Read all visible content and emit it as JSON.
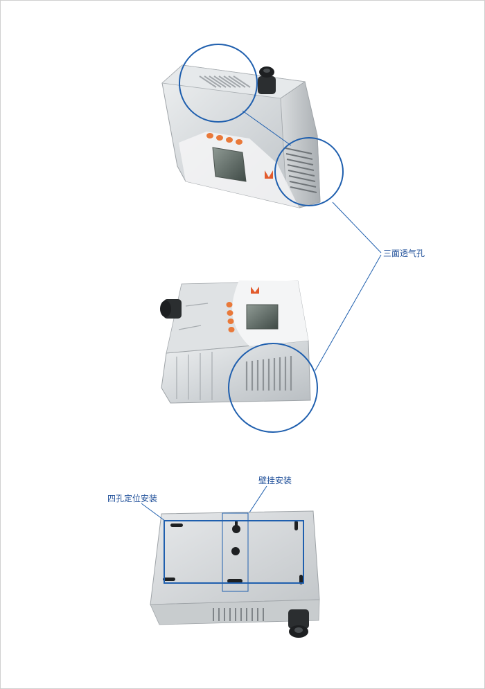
{
  "labels": {
    "vents": "三面透气孔",
    "wall_mount": "壁挂安装",
    "four_hole": "四孔定位安装"
  },
  "colors": {
    "accent": "#1f5fae",
    "button": "#e9793a",
    "device_body": "#cfd3d6"
  }
}
